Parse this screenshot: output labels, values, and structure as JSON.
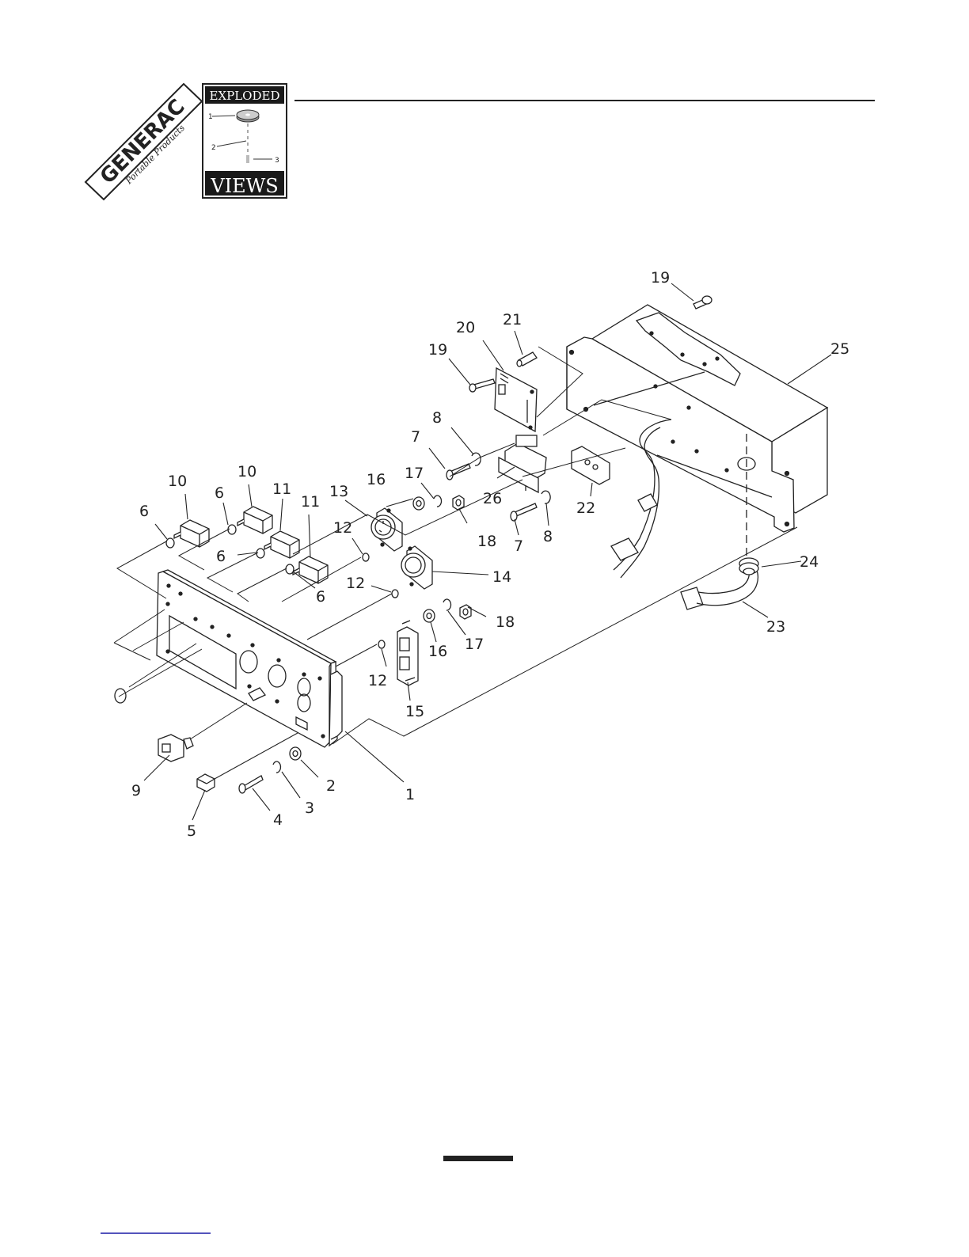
{
  "header": {
    "brand": "GENERAC",
    "brand_sub": "Portable Products",
    "badge": {
      "top_word": "EXPLODED",
      "bottom_word": "VIEWS",
      "mini_labels": [
        "1",
        "2",
        "3"
      ]
    }
  },
  "diagram": {
    "part_labels": [
      "1",
      "2",
      "3",
      "4",
      "5",
      "6",
      "6",
      "6",
      "6",
      "7",
      "7",
      "8",
      "8",
      "9",
      "10",
      "10",
      "11",
      "11",
      "12",
      "12",
      "12",
      "13",
      "14",
      "15",
      "16",
      "16",
      "17",
      "17",
      "18",
      "18",
      "19",
      "19",
      "20",
      "21",
      "22",
      "23",
      "24",
      "25",
      "26"
    ]
  },
  "colors": {
    "line": "#222222",
    "badge_bg": "#1a1a1a",
    "paper": "#ffffff",
    "link": "#1a1aa6"
  }
}
